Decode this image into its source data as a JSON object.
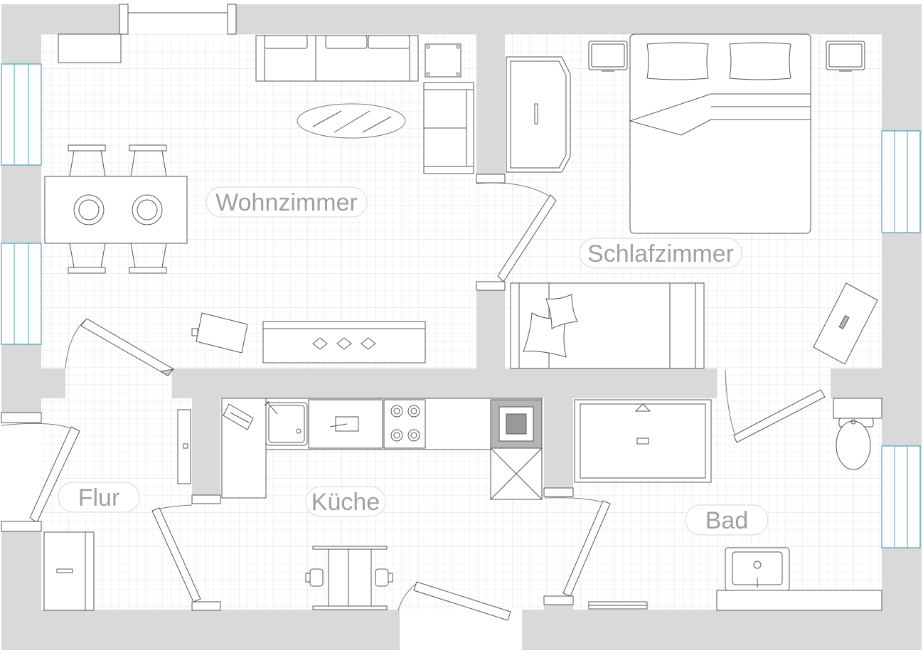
{
  "plan": {
    "rooms": {
      "wohnzimmer": "Wohnzimmer",
      "schlafzimmer": "Schlafzimmer",
      "flur": "Flur",
      "kueche": "Küche",
      "bad": "Bad"
    },
    "colors": {
      "wall": "#d9d9d9",
      "grid": "#e6e6e6",
      "furniture_outline": "#555555",
      "window": "#4aa3b5",
      "label_text": "#a0a0a0"
    }
  }
}
